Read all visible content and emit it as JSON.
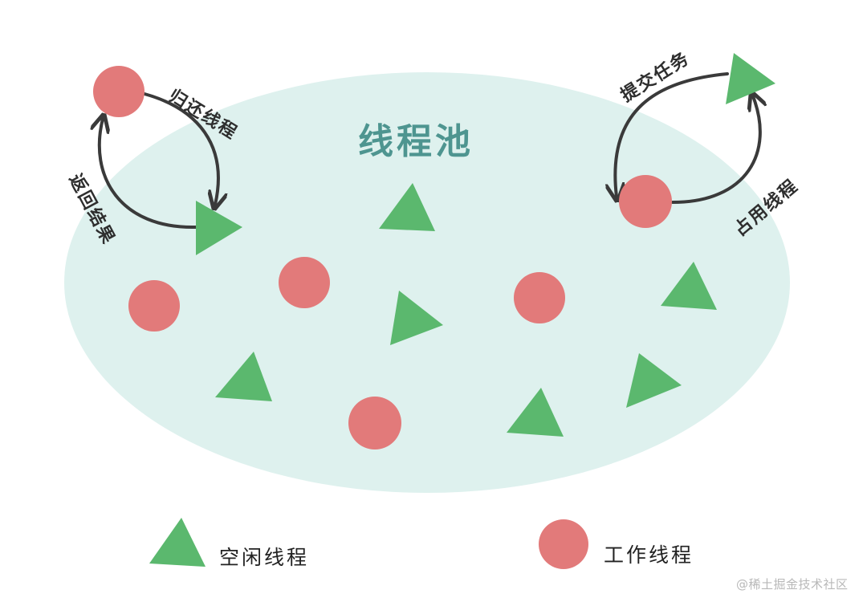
{
  "title": "线程池",
  "arrows": {
    "return_thread": "归还线程",
    "return_result": "返回结果",
    "submit_task": "提交任务",
    "occupy_thread": "占用线程"
  },
  "legend": {
    "idle": "空闲线程",
    "working": "工作线程"
  },
  "watermark": "@稀土掘金技术社区",
  "colors": {
    "pool": "#def1ee",
    "working_thread": "#e27a7a",
    "idle_thread": "#5bb86e",
    "arrow": "#3a3a3a",
    "title": "#4e9590"
  },
  "icons": {
    "idle_thread": "green-triangle",
    "working_thread": "red-circle"
  }
}
